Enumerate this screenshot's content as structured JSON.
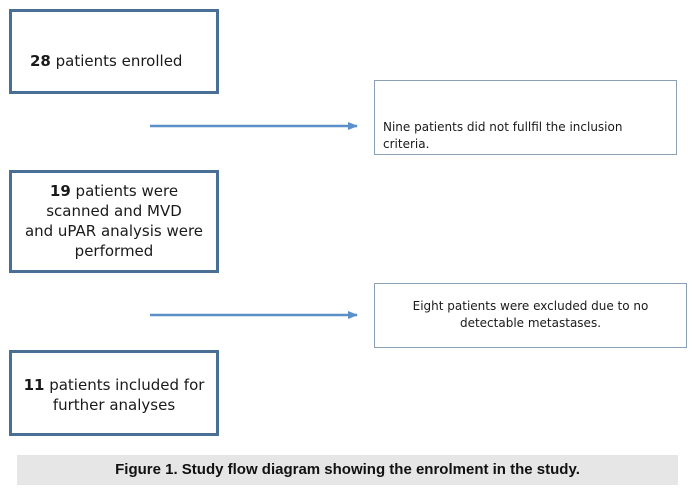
{
  "boxes": {
    "enrolled": {
      "count": "28",
      "text": " patients enrolled"
    },
    "scanned": {
      "count": "19",
      "line1_rest": " patients were",
      "line2": "scanned and MVD",
      "line3": "and uPAR analysis were",
      "line4": "performed"
    },
    "included": {
      "count": "11",
      "line1_rest": " patients included for",
      "line2": "further analyses"
    }
  },
  "exclusions": {
    "first": {
      "text": "Nine patients did not fullfil the inclusion criteria."
    },
    "second": {
      "line1": "Eight patients were excluded due to no",
      "line2": "detectable metastases."
    }
  },
  "caption": "Figure 1. Study flow diagram showing the enrolment in the study.",
  "colors": {
    "main_border": "#4a6f95",
    "side_border": "#8aa0b5",
    "arrow": "#5b8fc7",
    "caption_bg": "#e6e6e6"
  }
}
